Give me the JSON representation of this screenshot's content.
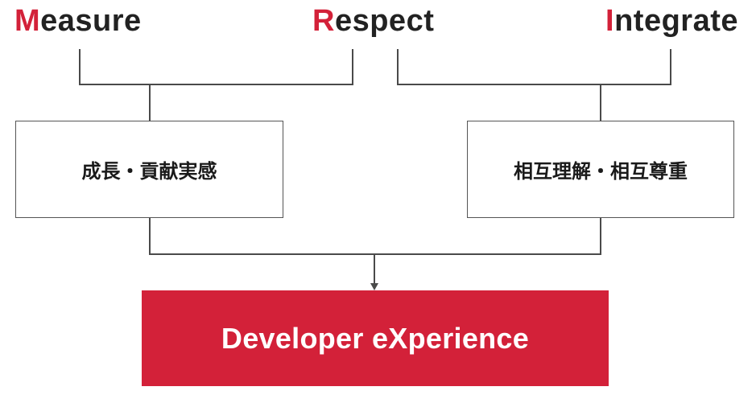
{
  "values": {
    "measure": {
      "initial": "M",
      "rest": "easure"
    },
    "respect": {
      "initial": "R",
      "rest": "espect"
    },
    "integrate": {
      "initial": "I",
      "rest": "ntegrate"
    }
  },
  "boxes": {
    "growth": "成長・貢献実感",
    "mutual": "相互理解・相互尊重"
  },
  "result": {
    "label": "Developer eXperience"
  },
  "colors": {
    "accent": "#d32139",
    "text": "#222222",
    "line": "#4a4a4a"
  }
}
